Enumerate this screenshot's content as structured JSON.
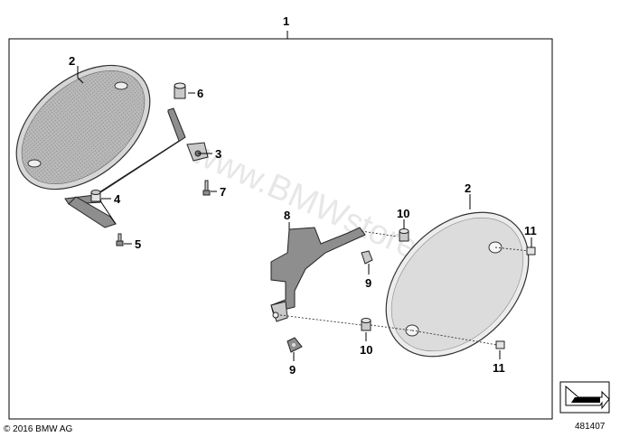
{
  "diagram": {
    "group_number": "1",
    "copyright": "© 2016 BMW AG",
    "diagram_number": "481407",
    "watermark": "www.BMWstore.pl",
    "callouts": [
      {
        "id": "c2a",
        "label": "2"
      },
      {
        "id": "c6",
        "label": "6"
      },
      {
        "id": "c3",
        "label": "3"
      },
      {
        "id": "c7",
        "label": "7"
      },
      {
        "id": "c4",
        "label": "4"
      },
      {
        "id": "c5",
        "label": "5"
      },
      {
        "id": "c2b",
        "label": "2"
      },
      {
        "id": "c8",
        "label": "8"
      },
      {
        "id": "c10a",
        "label": "10"
      },
      {
        "id": "c11a",
        "label": "11"
      },
      {
        "id": "c9a",
        "label": "9"
      },
      {
        "id": "c10b",
        "label": "10"
      },
      {
        "id": "c11b",
        "label": "11"
      },
      {
        "id": "c9b",
        "label": "9"
      }
    ]
  }
}
